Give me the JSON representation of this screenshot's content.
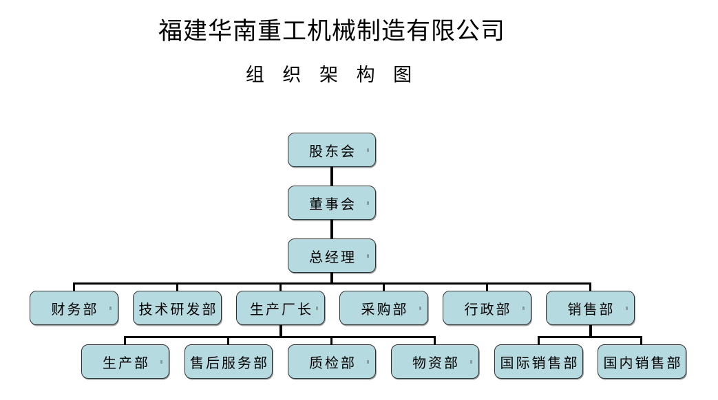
{
  "title": "福建华南重工机械制造有限公司",
  "subtitle": "组 织 架 构 图",
  "org": {
    "label": "股东会",
    "children": [
      {
        "label": "董事会",
        "children": [
          {
            "label": "总经理",
            "children": [
              {
                "label": "财务部"
              },
              {
                "label": "技术研发部"
              },
              {
                "label": "生产厂长",
                "children": [
                  {
                    "label": "生产部"
                  },
                  {
                    "label": "售后服务部"
                  },
                  {
                    "label": "质检部"
                  },
                  {
                    "label": "物资部"
                  }
                ]
              },
              {
                "label": "采购部"
              },
              {
                "label": "行政部"
              },
              {
                "label": "销售部",
                "children": [
                  {
                    "label": "国际销售部"
                  },
                  {
                    "label": "国内销售部"
                  }
                ]
              }
            ]
          }
        ]
      }
    ]
  },
  "colors": {
    "node_fill": "#b5dbe0",
    "node_border": "#2f2f2f",
    "connector": "#000000",
    "background": "#ffffff",
    "text": "#000000"
  }
}
